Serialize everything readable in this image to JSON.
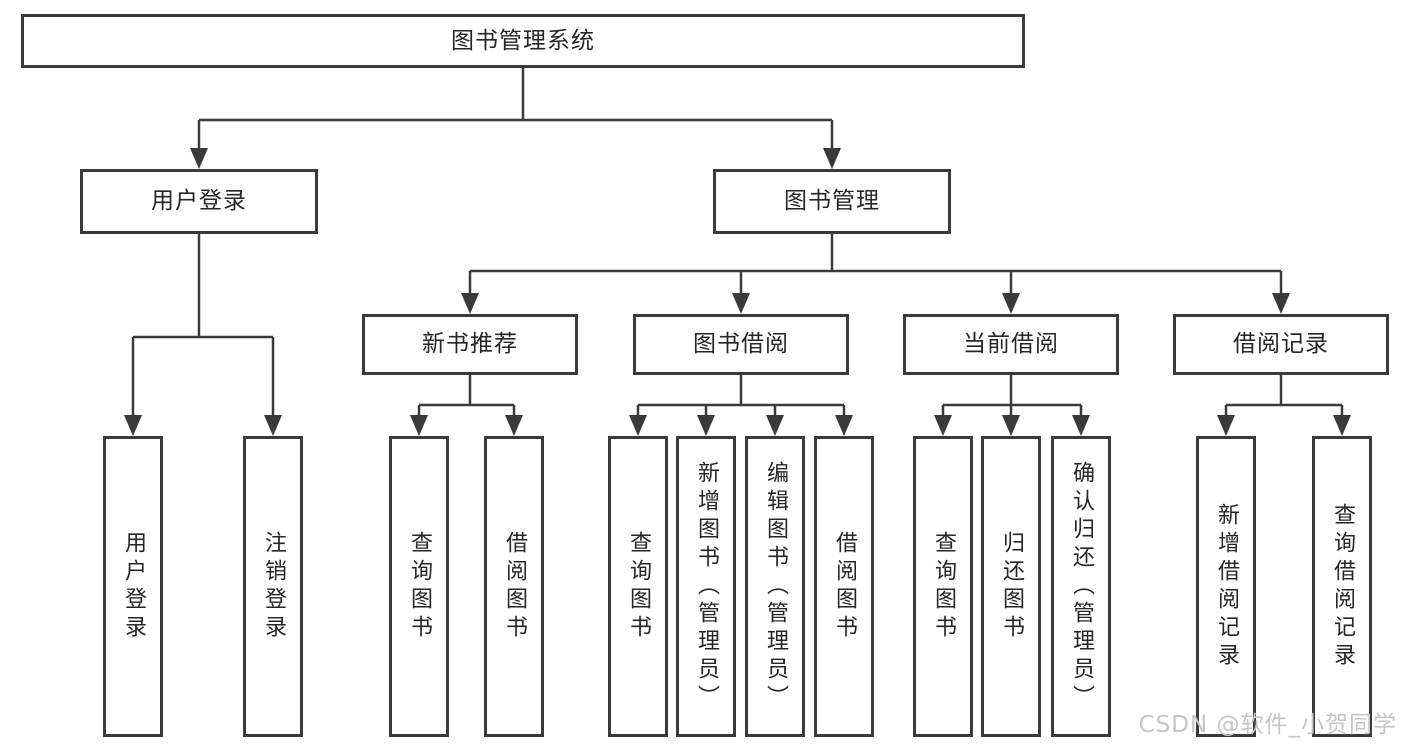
{
  "watermark": "CSDN @软件_小贺同学",
  "colors": {
    "line": "#3a3a3a",
    "text": "#262626",
    "background": "#ffffff",
    "watermark": "#c6c6c6"
  },
  "tree": {
    "root": {
      "label": "图书管理系统",
      "children": [
        {
          "label": "用户登录",
          "children": [
            {
              "label": "用户登录"
            },
            {
              "label": "注销登录"
            }
          ]
        },
        {
          "label": "图书管理",
          "children": [
            {
              "label": "新书推荐",
              "children": [
                {
                  "label": "查询图书"
                },
                {
                  "label": "借阅图书"
                }
              ]
            },
            {
              "label": "图书借阅",
              "children": [
                {
                  "label": "查询图书"
                },
                {
                  "label": "新增图书（管理员）"
                },
                {
                  "label": "编辑图书（管理员）"
                },
                {
                  "label": "借阅图书"
                }
              ]
            },
            {
              "label": "当前借阅",
              "children": [
                {
                  "label": "查询图书"
                },
                {
                  "label": "归还图书"
                },
                {
                  "label": "确认归还（管理员）"
                }
              ]
            },
            {
              "label": "借阅记录",
              "children": [
                {
                  "label": "新增借阅记录"
                },
                {
                  "label": "查询借阅记录"
                }
              ]
            }
          ]
        }
      ]
    }
  }
}
